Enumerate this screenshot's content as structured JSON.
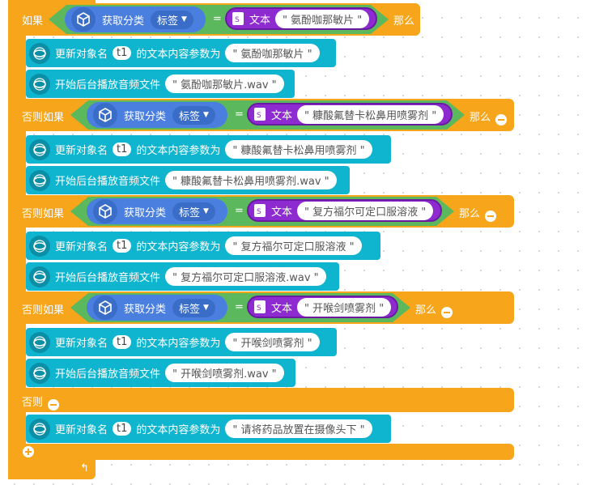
{
  "keywords": {
    "if": "如果",
    "else_if": "否则如果",
    "else": "否则",
    "then": "那么"
  },
  "condition_parts": {
    "get_category": "获取分类",
    "tag_dropdown": "标签",
    "equals": "=",
    "text_label": "文本"
  },
  "branches": [
    {
      "keyword": "如果",
      "value": "\" 氨酚咖那敏片 \"",
      "rename_pre": "更新对象名",
      "var": "t1",
      "rename_post": "的文本内容参数为",
      "rename_value": "\" 氨酚咖那敏片 \"",
      "audio_label": "开始后台播放音频文件",
      "audio_value": "\" 氨酚咖那敏片.wav \""
    },
    {
      "keyword": "否则如果",
      "value": "\" 糠酸氟替卡松鼻用喷雾剂 \"",
      "rename_pre": "更新对象名",
      "var": "t1",
      "rename_post": "的文本内容参数为",
      "rename_value": "\" 糠酸氟替卡松鼻用喷雾剂 \"",
      "audio_label": "开始后台播放音频文件",
      "audio_value": "\" 糠酸氟替卡松鼻用喷雾剂.wav \""
    },
    {
      "keyword": "否则如果",
      "value": "\" 复方福尔可定口服溶液 \"",
      "rename_pre": "更新对象名",
      "var": "t1",
      "rename_post": "的文本内容参数为",
      "rename_value": "\" 复方福尔可定口服溶液 \"",
      "audio_label": "开始后台播放音频文件",
      "audio_value": "\" 复方福尔可定口服溶液.wav \""
    },
    {
      "keyword": "否则如果",
      "value": "\" 开喉剑喷雾剂 \"",
      "rename_pre": "更新对象名",
      "var": "t1",
      "rename_post": "的文本内容参数为",
      "rename_value": "\" 开喉剑喷雾剂 \"",
      "audio_label": "开始后台播放音频文件",
      "audio_value": "\" 开喉剑喷雾剂.wav \""
    }
  ],
  "else_block": {
    "keyword": "否则",
    "rename_pre": "更新对象名",
    "var": "t1",
    "rename_post": "的文本内容参数为",
    "rename_value": "\" 请将药品放置在摄像头下 \""
  },
  "colors": {
    "control": "#f7a51b",
    "action": "#0fb5cf",
    "condition": "#5cb85c",
    "sensor": "#4a7fe0",
    "text": "#8e2bd0"
  },
  "icons": [
    "cube-icon",
    "text-doc-icon",
    "circle-action-icon",
    "minus-icon",
    "plus-icon",
    "return-arrow-icon",
    "caret-down-icon"
  ]
}
